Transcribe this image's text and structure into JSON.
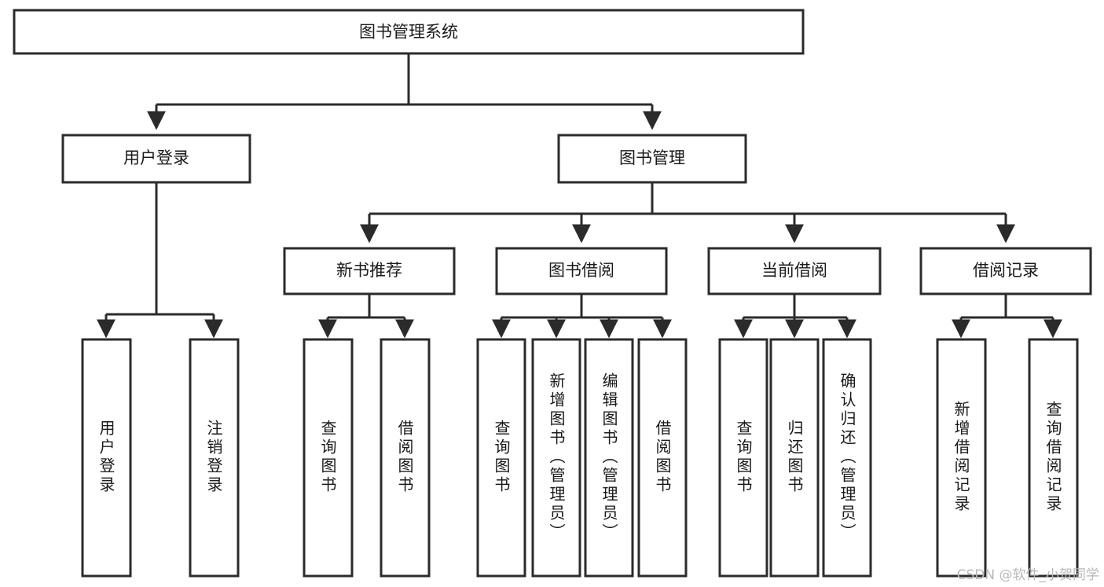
{
  "diagram": {
    "type": "tree",
    "title": "图书管理系统",
    "root": {
      "id": "root",
      "label": "图书管理系统",
      "orientation": "horizontal"
    },
    "level2": [
      {
        "id": "user-login",
        "label": "用户登录",
        "orientation": "horizontal"
      },
      {
        "id": "book-manage",
        "label": "图书管理",
        "orientation": "horizontal"
      }
    ],
    "level3": [
      {
        "id": "new-book-recommend",
        "label": "新书推荐",
        "orientation": "horizontal"
      },
      {
        "id": "book-borrow",
        "label": "图书借阅",
        "orientation": "horizontal"
      },
      {
        "id": "current-borrow",
        "label": "当前借阅",
        "orientation": "horizontal"
      },
      {
        "id": "borrow-record",
        "label": "借阅记录",
        "orientation": "horizontal"
      }
    ],
    "leaves": {
      "user-login": [
        {
          "id": "leaf-user-login",
          "label": "用户登录",
          "orientation": "vertical"
        },
        {
          "id": "leaf-logout-login",
          "label": "注销登录",
          "orientation": "vertical"
        }
      ],
      "new-book-recommend": [
        {
          "id": "leaf-query-book-1",
          "label": "查询图书",
          "orientation": "vertical"
        },
        {
          "id": "leaf-borrow-book-1",
          "label": "借阅图书",
          "orientation": "vertical"
        }
      ],
      "book-borrow": [
        {
          "id": "leaf-query-book-2",
          "label": "查询图书",
          "orientation": "vertical"
        },
        {
          "id": "leaf-add-book",
          "label": "新增图书（管理员）",
          "orientation": "vertical"
        },
        {
          "id": "leaf-edit-book",
          "label": "编辑图书（管理员）",
          "orientation": "vertical"
        },
        {
          "id": "leaf-borrow-book-2",
          "label": "借阅图书",
          "orientation": "vertical"
        }
      ],
      "current-borrow": [
        {
          "id": "leaf-query-book-3",
          "label": "查询图书",
          "orientation": "vertical"
        },
        {
          "id": "leaf-return-book",
          "label": "归还图书",
          "orientation": "vertical"
        },
        {
          "id": "leaf-confirm-return",
          "label": "确认归还（管理员）",
          "orientation": "vertical"
        }
      ],
      "borrow-record": [
        {
          "id": "leaf-add-borrow-record",
          "label": "新增借阅记录",
          "orientation": "vertical"
        },
        {
          "id": "leaf-query-borrow-record",
          "label": "查询借阅记录",
          "orientation": "vertical"
        }
      ]
    },
    "colors": {
      "stroke": "#2b2b2b",
      "fill": "#ffffff",
      "text": "#1a1a1a",
      "watermark": "#b8b8b8"
    }
  },
  "watermark": {
    "text": "CSDN @软件_小贺同学"
  }
}
